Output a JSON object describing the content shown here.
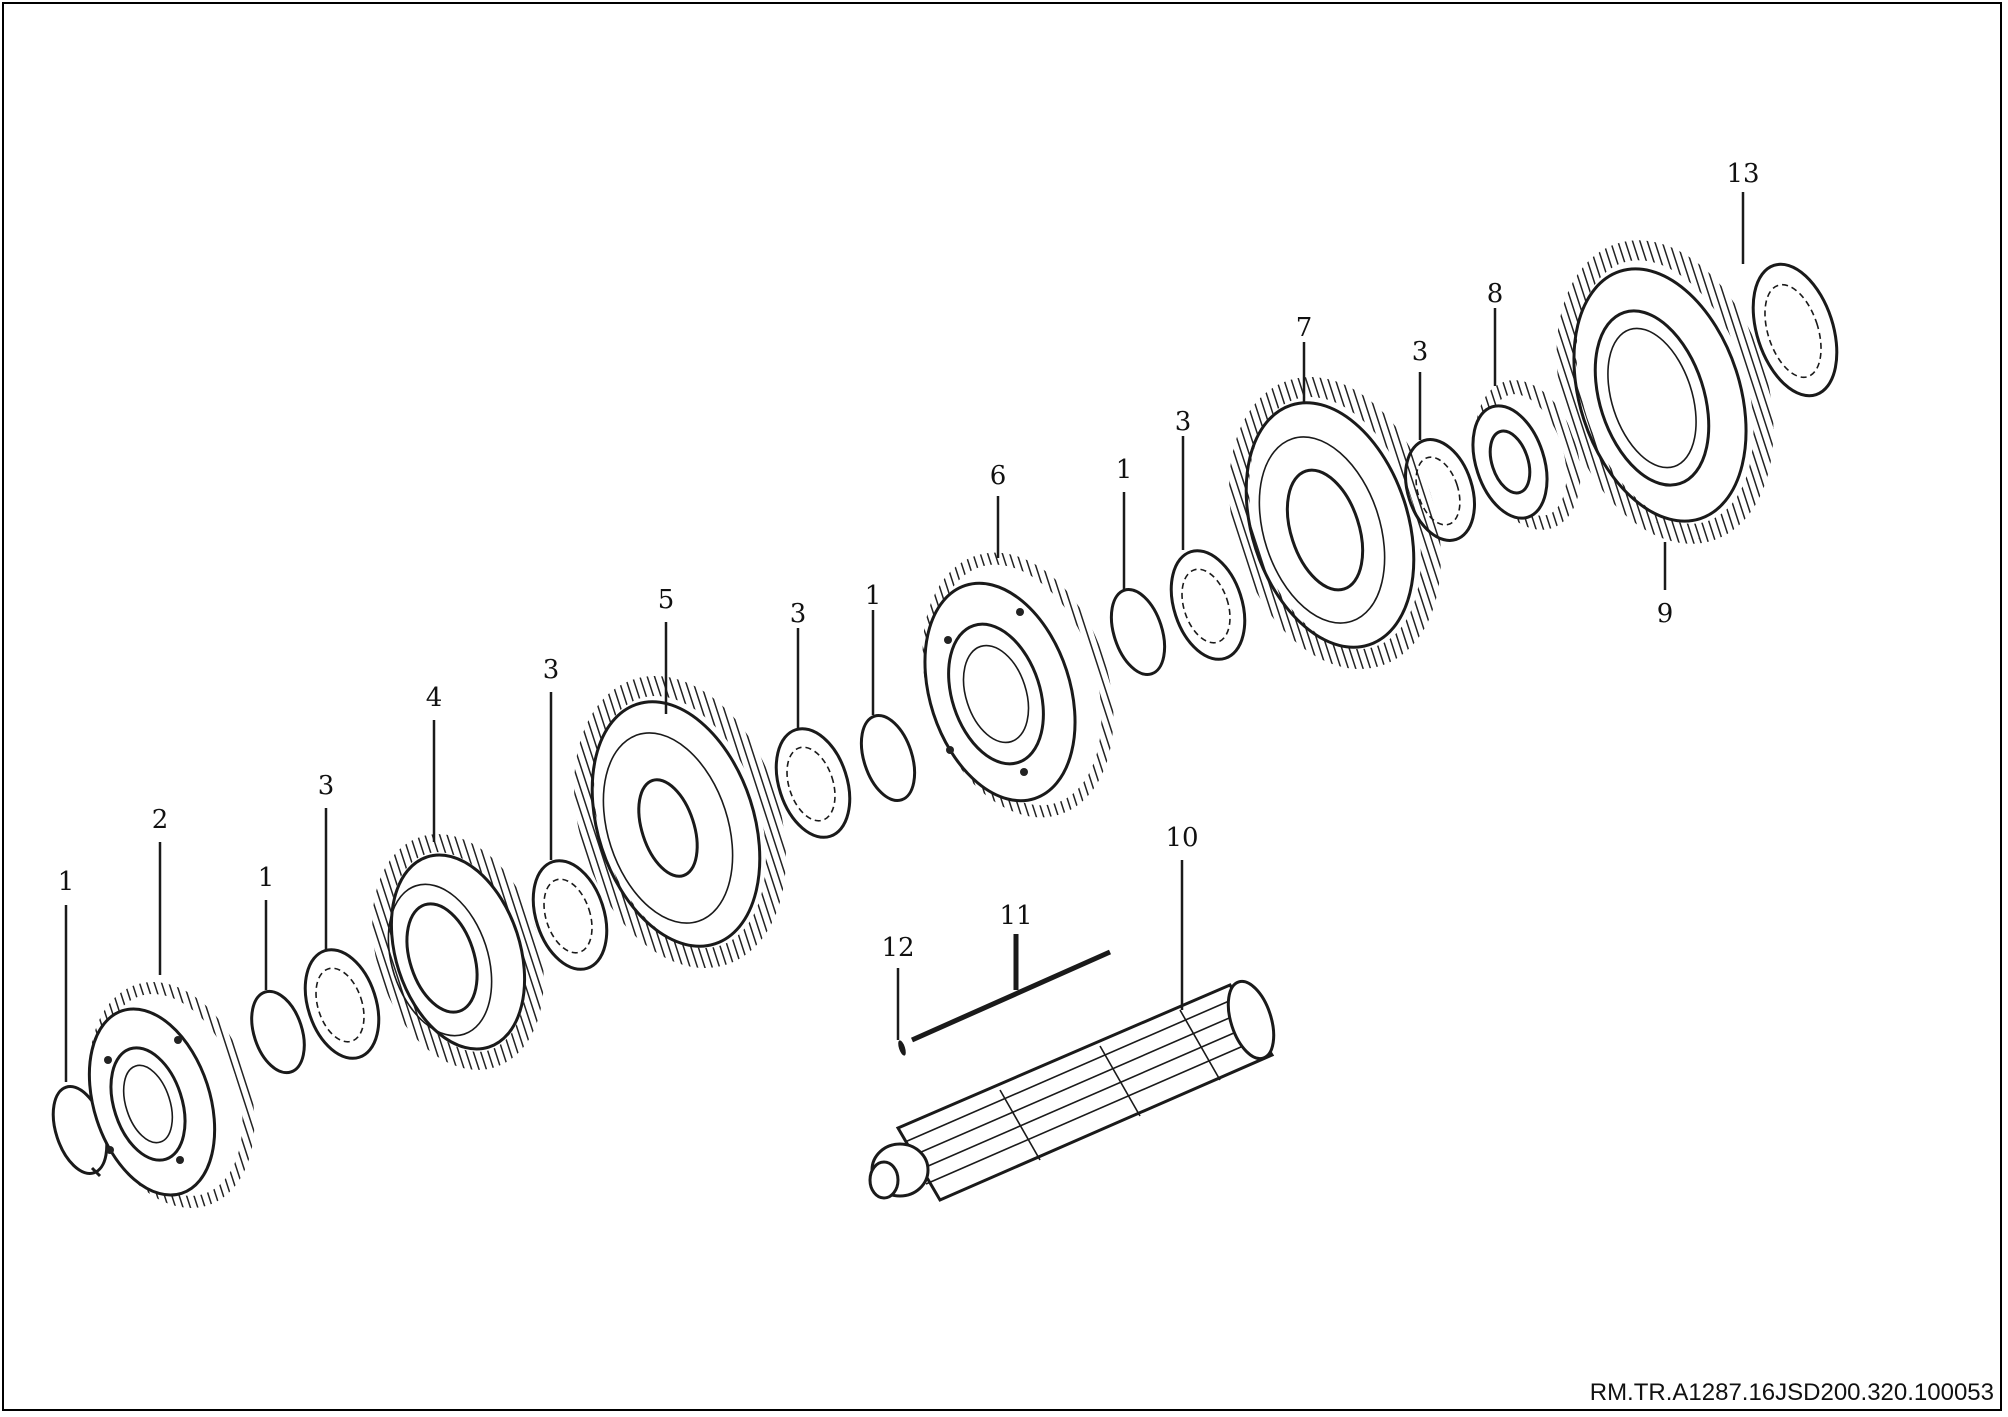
{
  "callouts": [
    "1",
    "2",
    "1",
    "3",
    "4",
    "3",
    "5",
    "3",
    "1",
    "6",
    "1",
    "3",
    "7",
    "3",
    "8",
    "9",
    "13",
    "10",
    "11",
    "12"
  ],
  "reference_code": "RM.TR.A1287.16JSD200.320.100053"
}
